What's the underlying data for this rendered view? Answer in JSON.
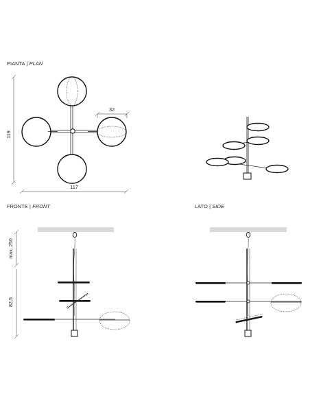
{
  "views": {
    "plan": {
      "label": "PIANTA",
      "sep": " | ",
      "label_en": "PLAN"
    },
    "front": {
      "label": "FRONTE",
      "sep": " | ",
      "label_en": "FRONT"
    },
    "side": {
      "label": "LATO",
      "sep": " | ",
      "label_en": "SIDE"
    }
  },
  "dimensions": {
    "plan_height": "119",
    "plan_width": "117",
    "disc_diameter": "32",
    "cable_max": "max. 250",
    "body_height": "82,5"
  },
  "colors": {
    "line": "#222222",
    "ceiling": "#d9d9d9",
    "disc": "#111111"
  }
}
